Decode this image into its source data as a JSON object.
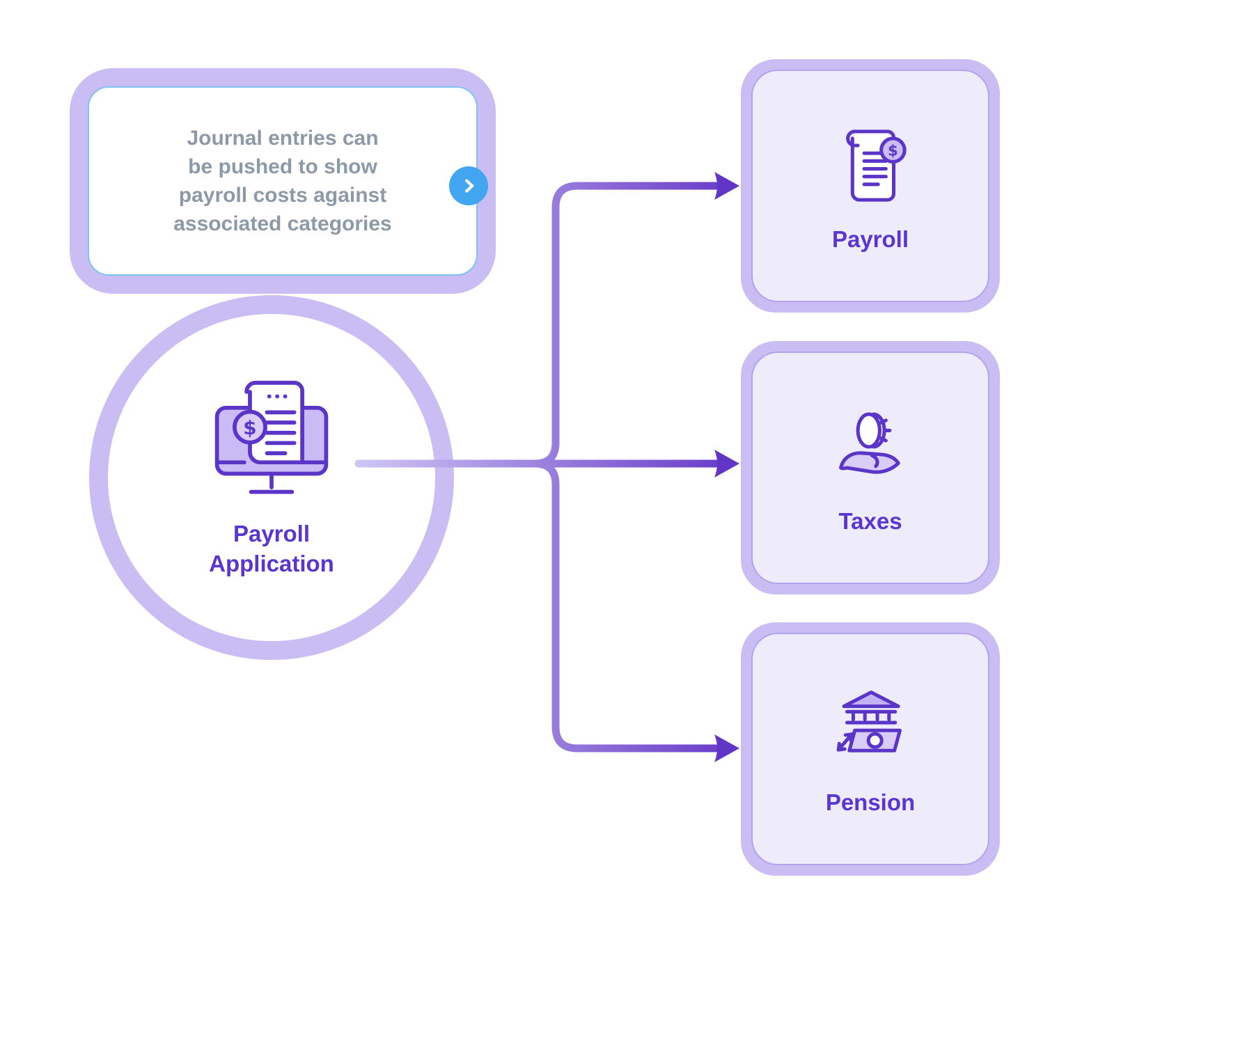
{
  "tooltip": {
    "lines": [
      "Journal entries can",
      "be pushed to show",
      "payroll costs against",
      "associated categories"
    ],
    "full_text": "Journal entries can be pushed to show payroll costs against associated categories"
  },
  "center_node": {
    "label": "Payroll Application",
    "icon": "monitor-receipt-dollar-icon"
  },
  "targets": [
    {
      "label": "Payroll",
      "icon": "payroll-document-dollar-icon"
    },
    {
      "label": "Taxes",
      "icon": "coin-over-hand-icon"
    },
    {
      "label": "Pension",
      "icon": "bank-banknote-icon"
    }
  ],
  "colors": {
    "lavender_border": "#c9bdf3",
    "card_fill": "#eeebfb",
    "card_inner_border": "#b3a3ee",
    "purple_text": "#5a35d0",
    "icon_stroke": "#5b35c8",
    "arrow_gradient_start": "#cfc6f3",
    "arrow_gradient_end": "#6638c8",
    "arrowhead": "#6136c6",
    "tooltip_text_gray": "#8c99a7",
    "tooltip_border_blue": "#7fc3f3",
    "chevron_badge_blue": "#41a5f0",
    "background": "#ffffff"
  }
}
